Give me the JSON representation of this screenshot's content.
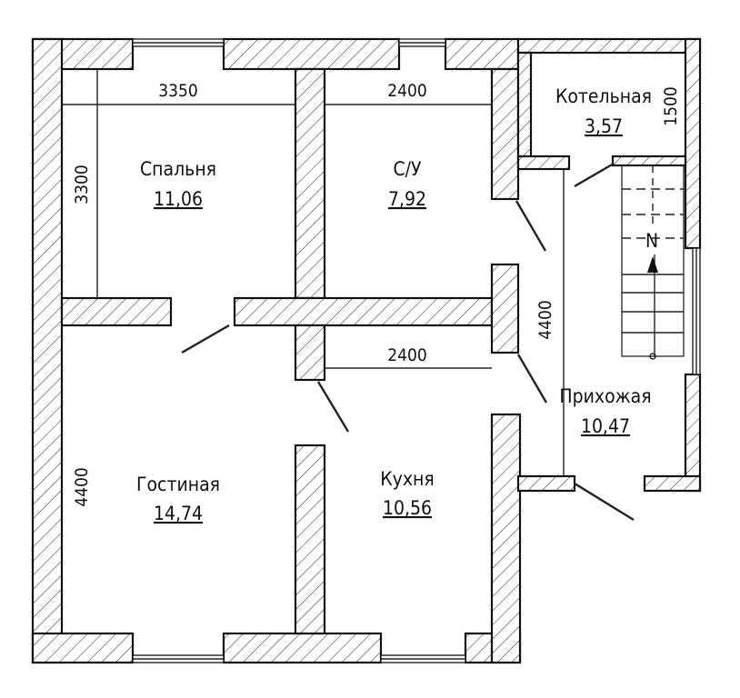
{
  "rooms": [
    {
      "name": "Спальня",
      "area": "11,06"
    },
    {
      "name": "С/У",
      "area": "7,92"
    },
    {
      "name": "Котельная",
      "area": "3,57"
    },
    {
      "name": "Гостиная",
      "area": "14,74"
    },
    {
      "name": "Кухня",
      "area": "10,56"
    },
    {
      "name": "Прихожая",
      "area": "10,47"
    }
  ],
  "dimensions": {
    "bedroom_width": "3350",
    "bedroom_height": "3300",
    "bath_width": "2400",
    "boiler_height": "1500",
    "kitchen_width": "2400",
    "hall_height": "4400",
    "living_height": "4400"
  },
  "stair_marker": "N"
}
